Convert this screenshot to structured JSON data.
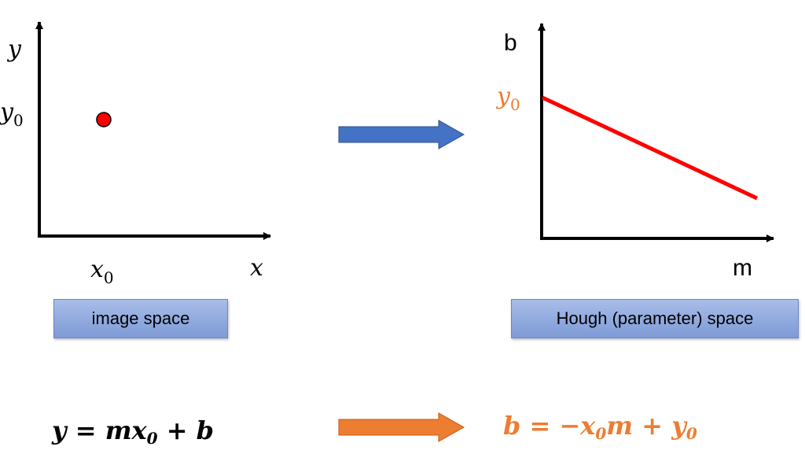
{
  "image_space": {
    "y_axis_label": "y",
    "x_axis_label": "x",
    "y_tick_label": "y",
    "y_tick_sub": "0",
    "x_tick_label": "x",
    "x_tick_sub": "0",
    "caption": "image space"
  },
  "hough_space": {
    "b_axis_label": "b",
    "m_axis_label": "m",
    "b_intercept_label": "y",
    "b_intercept_sub": "0",
    "caption": "Hough (parameter) space"
  },
  "equations": {
    "image_eq": {
      "lhs": "y = mx",
      "sub": "0",
      "rhs": " + b"
    },
    "hough_eq": {
      "lhs": "b = −x",
      "sub": "0",
      "mid": "m + y",
      "sub2": "0"
    }
  },
  "colors": {
    "axis": "#000000",
    "point_fill": "#ff0000",
    "hough_line": "#ff0000",
    "intercept_label": "#ed7d31",
    "top_arrow": "#4472c4",
    "bottom_arrow": "#ed7d31",
    "hough_equation": "#ed7d31"
  }
}
